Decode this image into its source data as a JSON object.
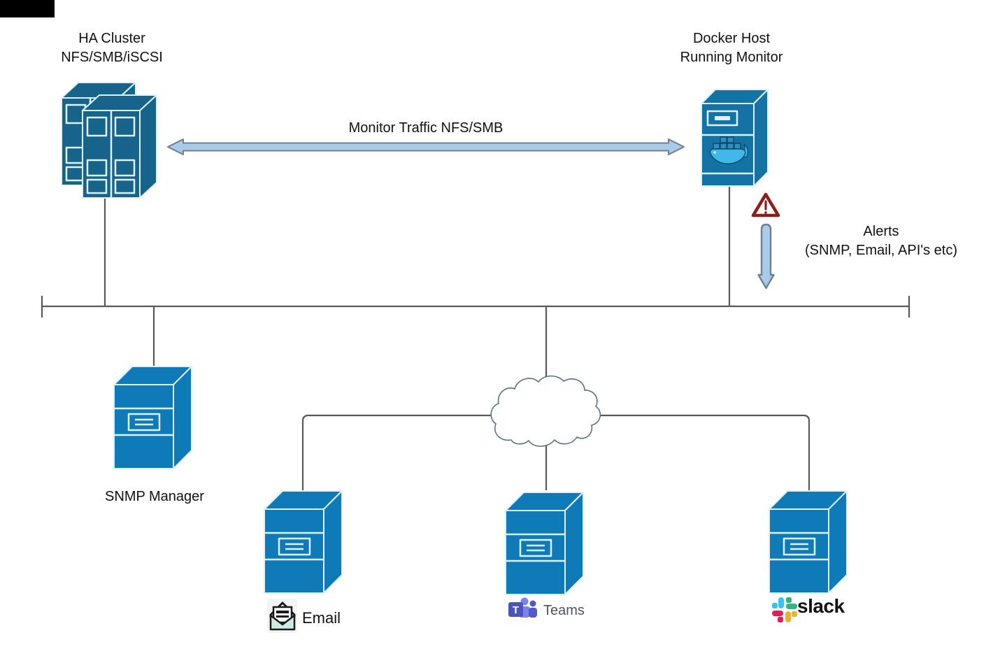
{
  "colors": {
    "background": "#ffffff",
    "corner_artifact": "#000000",
    "text": "#111111",
    "line": "#595959",
    "arrow_fill": "#a9cbe8",
    "arrow_stroke": "#6e8090",
    "warning_red": "#8f1d1d",
    "cloud_stroke": "#5b737c",
    "server_blue": "#0e7ab8",
    "server_teal": "#16638b",
    "docker_blue": "#1373a4",
    "server_edge": "#dff2fa",
    "whale_blue": "#41b9e8",
    "whale_outline": "#0d4a68",
    "container_blue": "#2d8fbe",
    "teams_purple": "#4b53bc",
    "teams_light": "#7b83eb",
    "teams_mid": "#5059c9",
    "teams_text": "#4a5568",
    "slack_blue": "#36c5f0",
    "slack_green": "#2eb67d",
    "slack_yellow": "#ecb22e",
    "slack_red": "#e01e5a"
  },
  "nodes": {
    "ha_cluster": {
      "title_line1": "HA Cluster",
      "title_line2": "NFS/SMB/iSCSI"
    },
    "docker_host": {
      "title_line1": "Docker Host",
      "title_line2": "Running Monitor"
    },
    "snmp_manager": {
      "label": "SNMP Manager"
    },
    "email": {
      "label": "Email"
    },
    "teams": {
      "label": "Teams",
      "tile_letter": "T"
    },
    "slack": {
      "label": "slack"
    }
  },
  "edges": {
    "monitor_traffic": {
      "label": "Monitor Traffic NFS/SMB"
    },
    "alerts": {
      "label_line1": "Alerts",
      "label_line2": "(SNMP, Email, API's etc)"
    }
  }
}
